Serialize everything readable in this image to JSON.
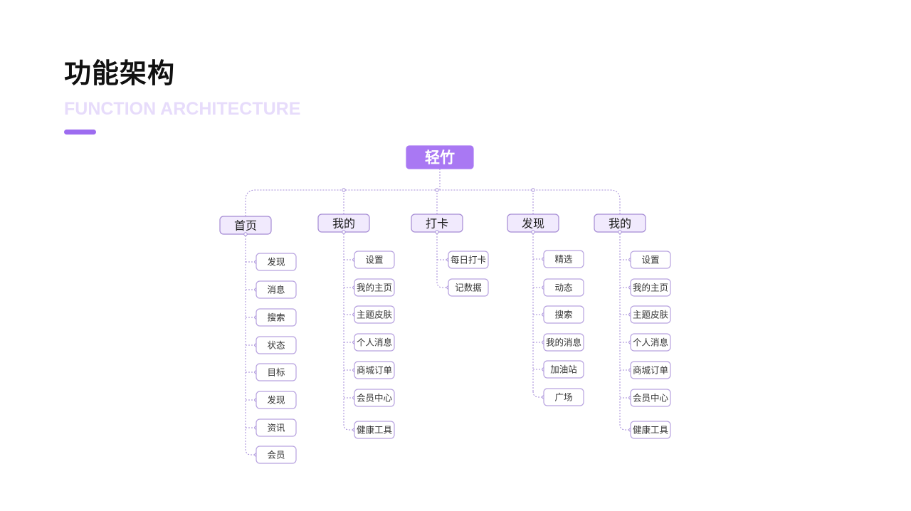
{
  "header": {
    "title": "功能架构",
    "subtitle": "FUNCTION ARCHITECTURE"
  },
  "colors": {
    "accent": "#9d6cf0",
    "root_fill": "#a978f3",
    "branch_fill": "#f1eafd",
    "branch_stroke": "#a58bd4",
    "leaf_stroke": "#b7a2df",
    "connector": "#a48bd8",
    "subtitle": "#e7dcfb"
  },
  "tree": {
    "root": "轻竹",
    "branches": [
      {
        "label": "首页",
        "children": [
          "发现",
          "消息",
          "搜索",
          "状态",
          "目标",
          "发现",
          "资讯",
          "会员"
        ]
      },
      {
        "label": "我的",
        "children": [
          "设置",
          "我的主页",
          "主题皮肤",
          "个人消息",
          "商城订单",
          "会员中心",
          "健康工具"
        ]
      },
      {
        "label": "打卡",
        "children": [
          "每日打卡",
          "记数据"
        ]
      },
      {
        "label": "发现",
        "children": [
          "精选",
          "动态",
          "搜索",
          "我的消息",
          "加油站",
          "广场"
        ]
      },
      {
        "label": "我的",
        "children": [
          "设置",
          "我的主页",
          "主题皮肤",
          "个人消息",
          "商城订单",
          "会员中心",
          "健康工具"
        ]
      }
    ]
  }
}
